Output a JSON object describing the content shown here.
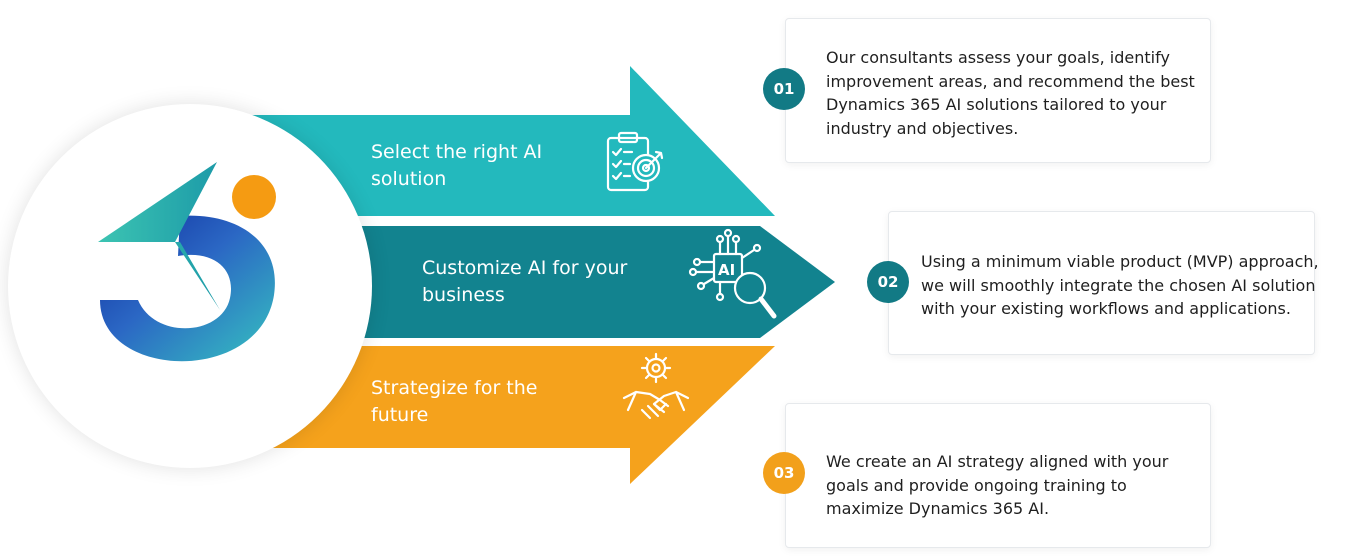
{
  "colors": {
    "teal_light": "#23b9bd",
    "teal_dark": "#12838f",
    "orange": "#f5a21c",
    "step_teal": "#127a85",
    "step_orange": "#f2a01b",
    "logo_blue": "#1438a6",
    "logo_teal": "#2ec3b8",
    "logo_orange": "#f59b12"
  },
  "arrows": [
    {
      "label_lines": [
        "Select the right AI",
        "solution"
      ],
      "icon": "clipboard-target-icon"
    },
    {
      "label_lines": [
        "Customize AI for your",
        "business"
      ],
      "icon": "ai-chip-magnifier-icon"
    },
    {
      "label_lines": [
        "Strategize for the",
        "future"
      ],
      "icon": "gear-handshake-icon"
    }
  ],
  "steps": [
    {
      "number": "01",
      "text_lines": [
        "Our consultants assess your goals, identify",
        "improvement areas, and recommend the best",
        "Dynamics 365 AI solutions tailored to your",
        "industry and objectives."
      ]
    },
    {
      "number": "02",
      "text_lines": [
        "Using a minimum viable product (MVP) approach,",
        "we will smoothly integrate the chosen AI solution",
        "with your existing workflows and applications."
      ]
    },
    {
      "number": "03",
      "text_lines": [
        "We create an AI strategy aligned with your",
        "goals and provide ongoing training to",
        "maximize Dynamics 365 AI."
      ]
    }
  ],
  "logo": {
    "icon": "company-logo-icon"
  }
}
